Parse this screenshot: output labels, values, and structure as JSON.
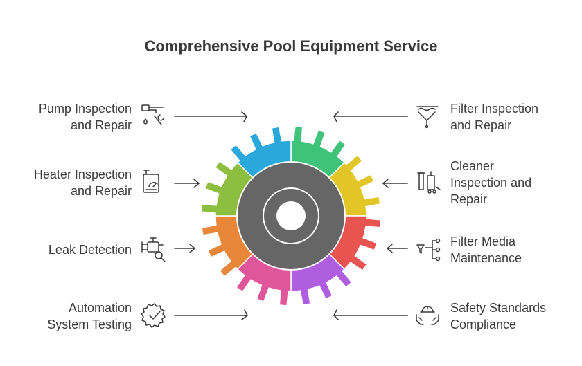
{
  "title": "Comprehensive Pool Equipment Service",
  "colors": {
    "hub": "#666666",
    "hub_ring": "#ffffff",
    "text": "#3b3b3b"
  },
  "items": [
    {
      "id": "pump",
      "side": "left",
      "lines": [
        "Pump Inspection",
        "and Repair"
      ],
      "icon": "faucet-wrench-icon",
      "color": "#2aa8dc"
    },
    {
      "id": "heater",
      "side": "left",
      "lines": [
        "Heater Inspection",
        "and Repair"
      ],
      "icon": "heater-gauge-icon",
      "color": "#8cbf3f"
    },
    {
      "id": "leak",
      "side": "left",
      "lines": [
        "Leak Detection"
      ],
      "icon": "pipe-magnifier-icon",
      "color": "#e8873a"
    },
    {
      "id": "automation",
      "side": "left",
      "lines": [
        "Automation",
        "System Testing"
      ],
      "icon": "gear-check-icon",
      "color": "#e0569a"
    },
    {
      "id": "filter",
      "side": "right",
      "lines": [
        "Filter Inspection",
        "and Repair"
      ],
      "icon": "filter-funnel-icon",
      "color": "#3fc37a"
    },
    {
      "id": "cleaner",
      "side": "right",
      "lines": [
        "Cleaner",
        "Inspection and",
        "Repair"
      ],
      "icon": "pool-cleaner-icon",
      "color": "#e2c526"
    },
    {
      "id": "filter-media",
      "side": "right",
      "lines": [
        "Filter Media",
        "Maintenance"
      ],
      "icon": "filter-media-icon",
      "color": "#e85450"
    },
    {
      "id": "safety",
      "side": "right",
      "lines": [
        "Safety Standards",
        "Compliance"
      ],
      "icon": "hardhat-hands-icon",
      "color": "#b05ee0"
    }
  ]
}
